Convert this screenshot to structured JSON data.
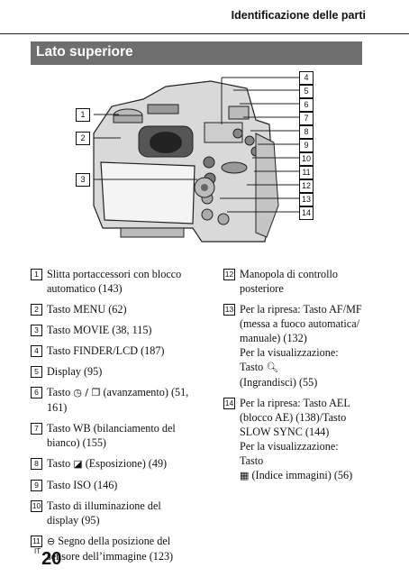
{
  "header": {
    "title": "Identificazione delle parti"
  },
  "section": {
    "title": "Lato superiore"
  },
  "figure": {
    "callouts_left": [
      "1",
      "2",
      "3"
    ],
    "callouts_right": [
      "4",
      "5",
      "6",
      "7",
      "8",
      "9",
      "10",
      "11",
      "12",
      "13",
      "14"
    ]
  },
  "items_left": [
    {
      "num": "1",
      "text": "Slitta portaccessori con blocco automatico (143)"
    },
    {
      "num": "2",
      "text": "Tasto MENU (62)"
    },
    {
      "num": "3",
      "text": "Tasto MOVIE (38, 115)"
    },
    {
      "num": "4",
      "text": "Tasto FINDER/LCD (187)"
    },
    {
      "num": "5",
      "text": "Display (95)"
    },
    {
      "num": "6",
      "pre": "Tasto",
      "post": "(avanzamento) (51, 161)"
    },
    {
      "num": "7",
      "text": "Tasto WB (bilanciamento del bianco) (155)"
    },
    {
      "num": "8",
      "pre": "Tasto",
      "post": "(Esposizione) (49)"
    },
    {
      "num": "9",
      "text": "Tasto ISO (146)"
    },
    {
      "num": "10",
      "text": "Tasto di illuminazione del display (95)"
    },
    {
      "num": "11",
      "text": "Segno della posizione del sensore dell’immagine (123)"
    }
  ],
  "items_right": [
    {
      "num": "12",
      "text": "Manopola di controllo posteriore"
    },
    {
      "num": "13",
      "line1": "Per la ripresa: Tasto AF/MF (messa a fuoco automatica/ manuale) (132)",
      "line2": "Per la visualizzazione: Tasto",
      "line3": "(Ingrandisci) (55)"
    },
    {
      "num": "14",
      "line1": "Per la ripresa: Tasto AEL (blocco AE) (138)/Tasto SLOW SYNC (144)",
      "line2": "Per la visualizzazione: Tasto",
      "line3": "(Indice immagini) (56)"
    }
  ],
  "page": {
    "prefix": "IT",
    "number": "20"
  }
}
